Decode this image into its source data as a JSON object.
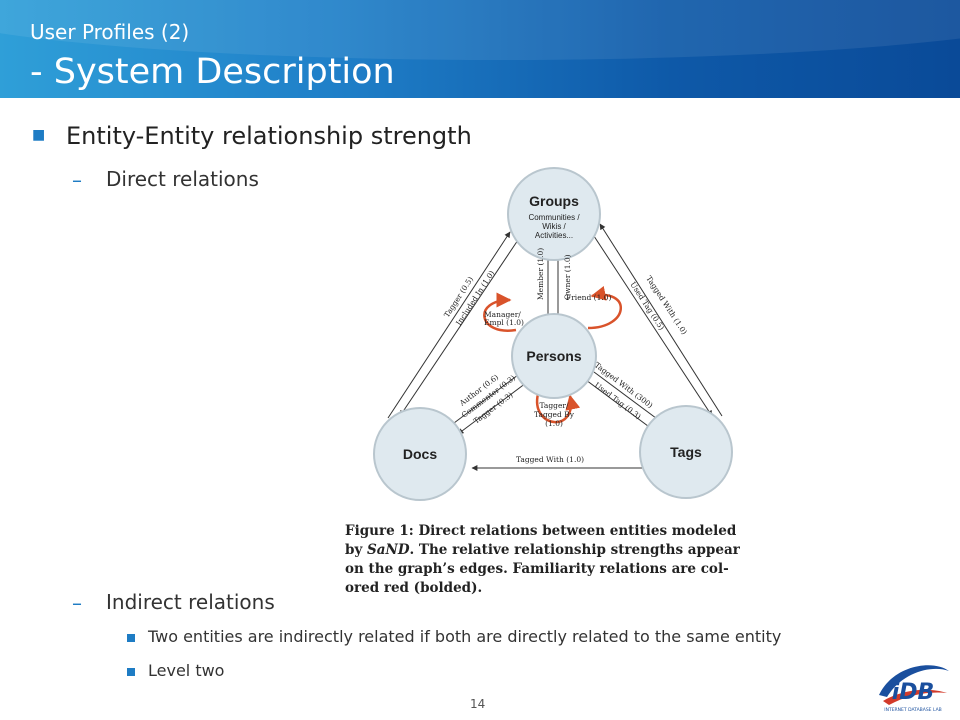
{
  "header": {
    "title_line1": "User Profiles (2)",
    "title_line2": "- System Description"
  },
  "content": {
    "bullet1": "Entity-Entity relationship strength",
    "dash1": "–",
    "sub1": "Direct relations",
    "dash2": "–",
    "sub2": "Indirect relations",
    "sub2_items": [
      "Two entities are indirectly related if both are directly related to the same entity",
      "Level two"
    ]
  },
  "diagram": {
    "nodes": {
      "groups": {
        "title": "Groups",
        "sub1": "Communities /",
        "sub2": "Wikis /",
        "sub3": "Activities..."
      },
      "persons": {
        "title": "Persons"
      },
      "docs": {
        "title": "Docs"
      },
      "tags": {
        "title": "Tags"
      }
    },
    "edges": {
      "docs_groups_1": "Tagger (0.5)",
      "docs_groups_2": "Included In (1.0)",
      "groups_tags_1": "Tagged With (1.0)",
      "groups_tags_2": "Used Tag (0.5)",
      "persons_groups_1": "Member (1.0)",
      "persons_groups_2": "Owner (1.0)",
      "friend": "Friend (1.0)",
      "manager_1": "Manager/",
      "manager_2": "Empl (1.0)",
      "persons_docs_1": "Author (0.6)",
      "persons_docs_2": "Commenter (0.3)",
      "persons_docs_3": "Tagger (0.3)",
      "persons_tags_1": "Tagged With (300)",
      "persons_tags_2": "Used Tag (0.3)",
      "tagger_1": "Tagger/",
      "tagger_2": "Tagged By",
      "tagger_3": "(1.0)",
      "docs_tags": "Tagged With (1.0)"
    },
    "colors": {
      "node_fill": "#dfe9ef",
      "node_stroke": "#b9c6ce",
      "familiarity_edge": "#d9532b",
      "edge": "#333333"
    }
  },
  "caption": {
    "line1": "Figure 1:  Direct relations between entities modeled",
    "line2_pre": "by ",
    "line2_em": "SaND",
    "line2_post": ". The relative relationship strengths appear",
    "line3": "on the graph’s edges.  Familiarity relations are col-",
    "line4": "ored red (bolded)."
  },
  "footer": {
    "page_number": "14",
    "logo_text": "iDB",
    "logo_subtext": "INTERNET DATABASE LAB"
  },
  "theme": {
    "header_gradient_start": "#2f9fd8",
    "header_gradient_end": "#0a4a98",
    "bullet_color": "#1e7cc4"
  }
}
